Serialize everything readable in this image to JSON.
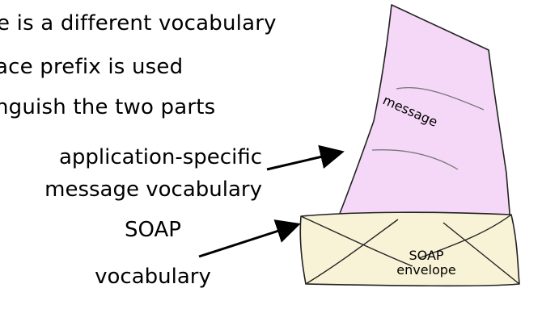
{
  "lines": [
    "e is a different vocabulary",
    "ace prefix is used",
    "nguish the two parts"
  ],
  "labels": {
    "app_line1": "application-specific",
    "app_line2": "message vocabulary",
    "soap_line1": "SOAP",
    "soap_line2": "vocabulary"
  },
  "illustration": {
    "message_text": "message",
    "envelope_line1": "SOAP",
    "envelope_line2": "envelope",
    "paper_color": "#f5d8f7",
    "envelope_color": "#f8f3d6"
  }
}
